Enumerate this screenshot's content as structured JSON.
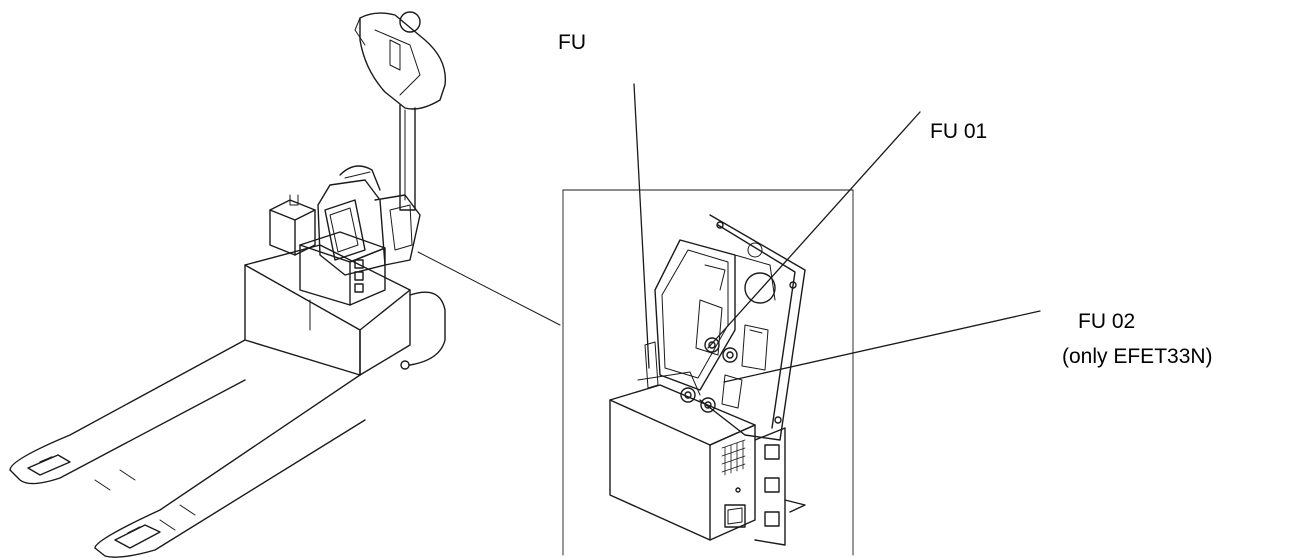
{
  "labels": {
    "fu": "FU",
    "fu01": "FU 01",
    "fu02": "FU 02",
    "fu02_note": "(only EFET33N)"
  },
  "colors": {
    "line": "#1a1a1a",
    "background": "#ffffff"
  }
}
